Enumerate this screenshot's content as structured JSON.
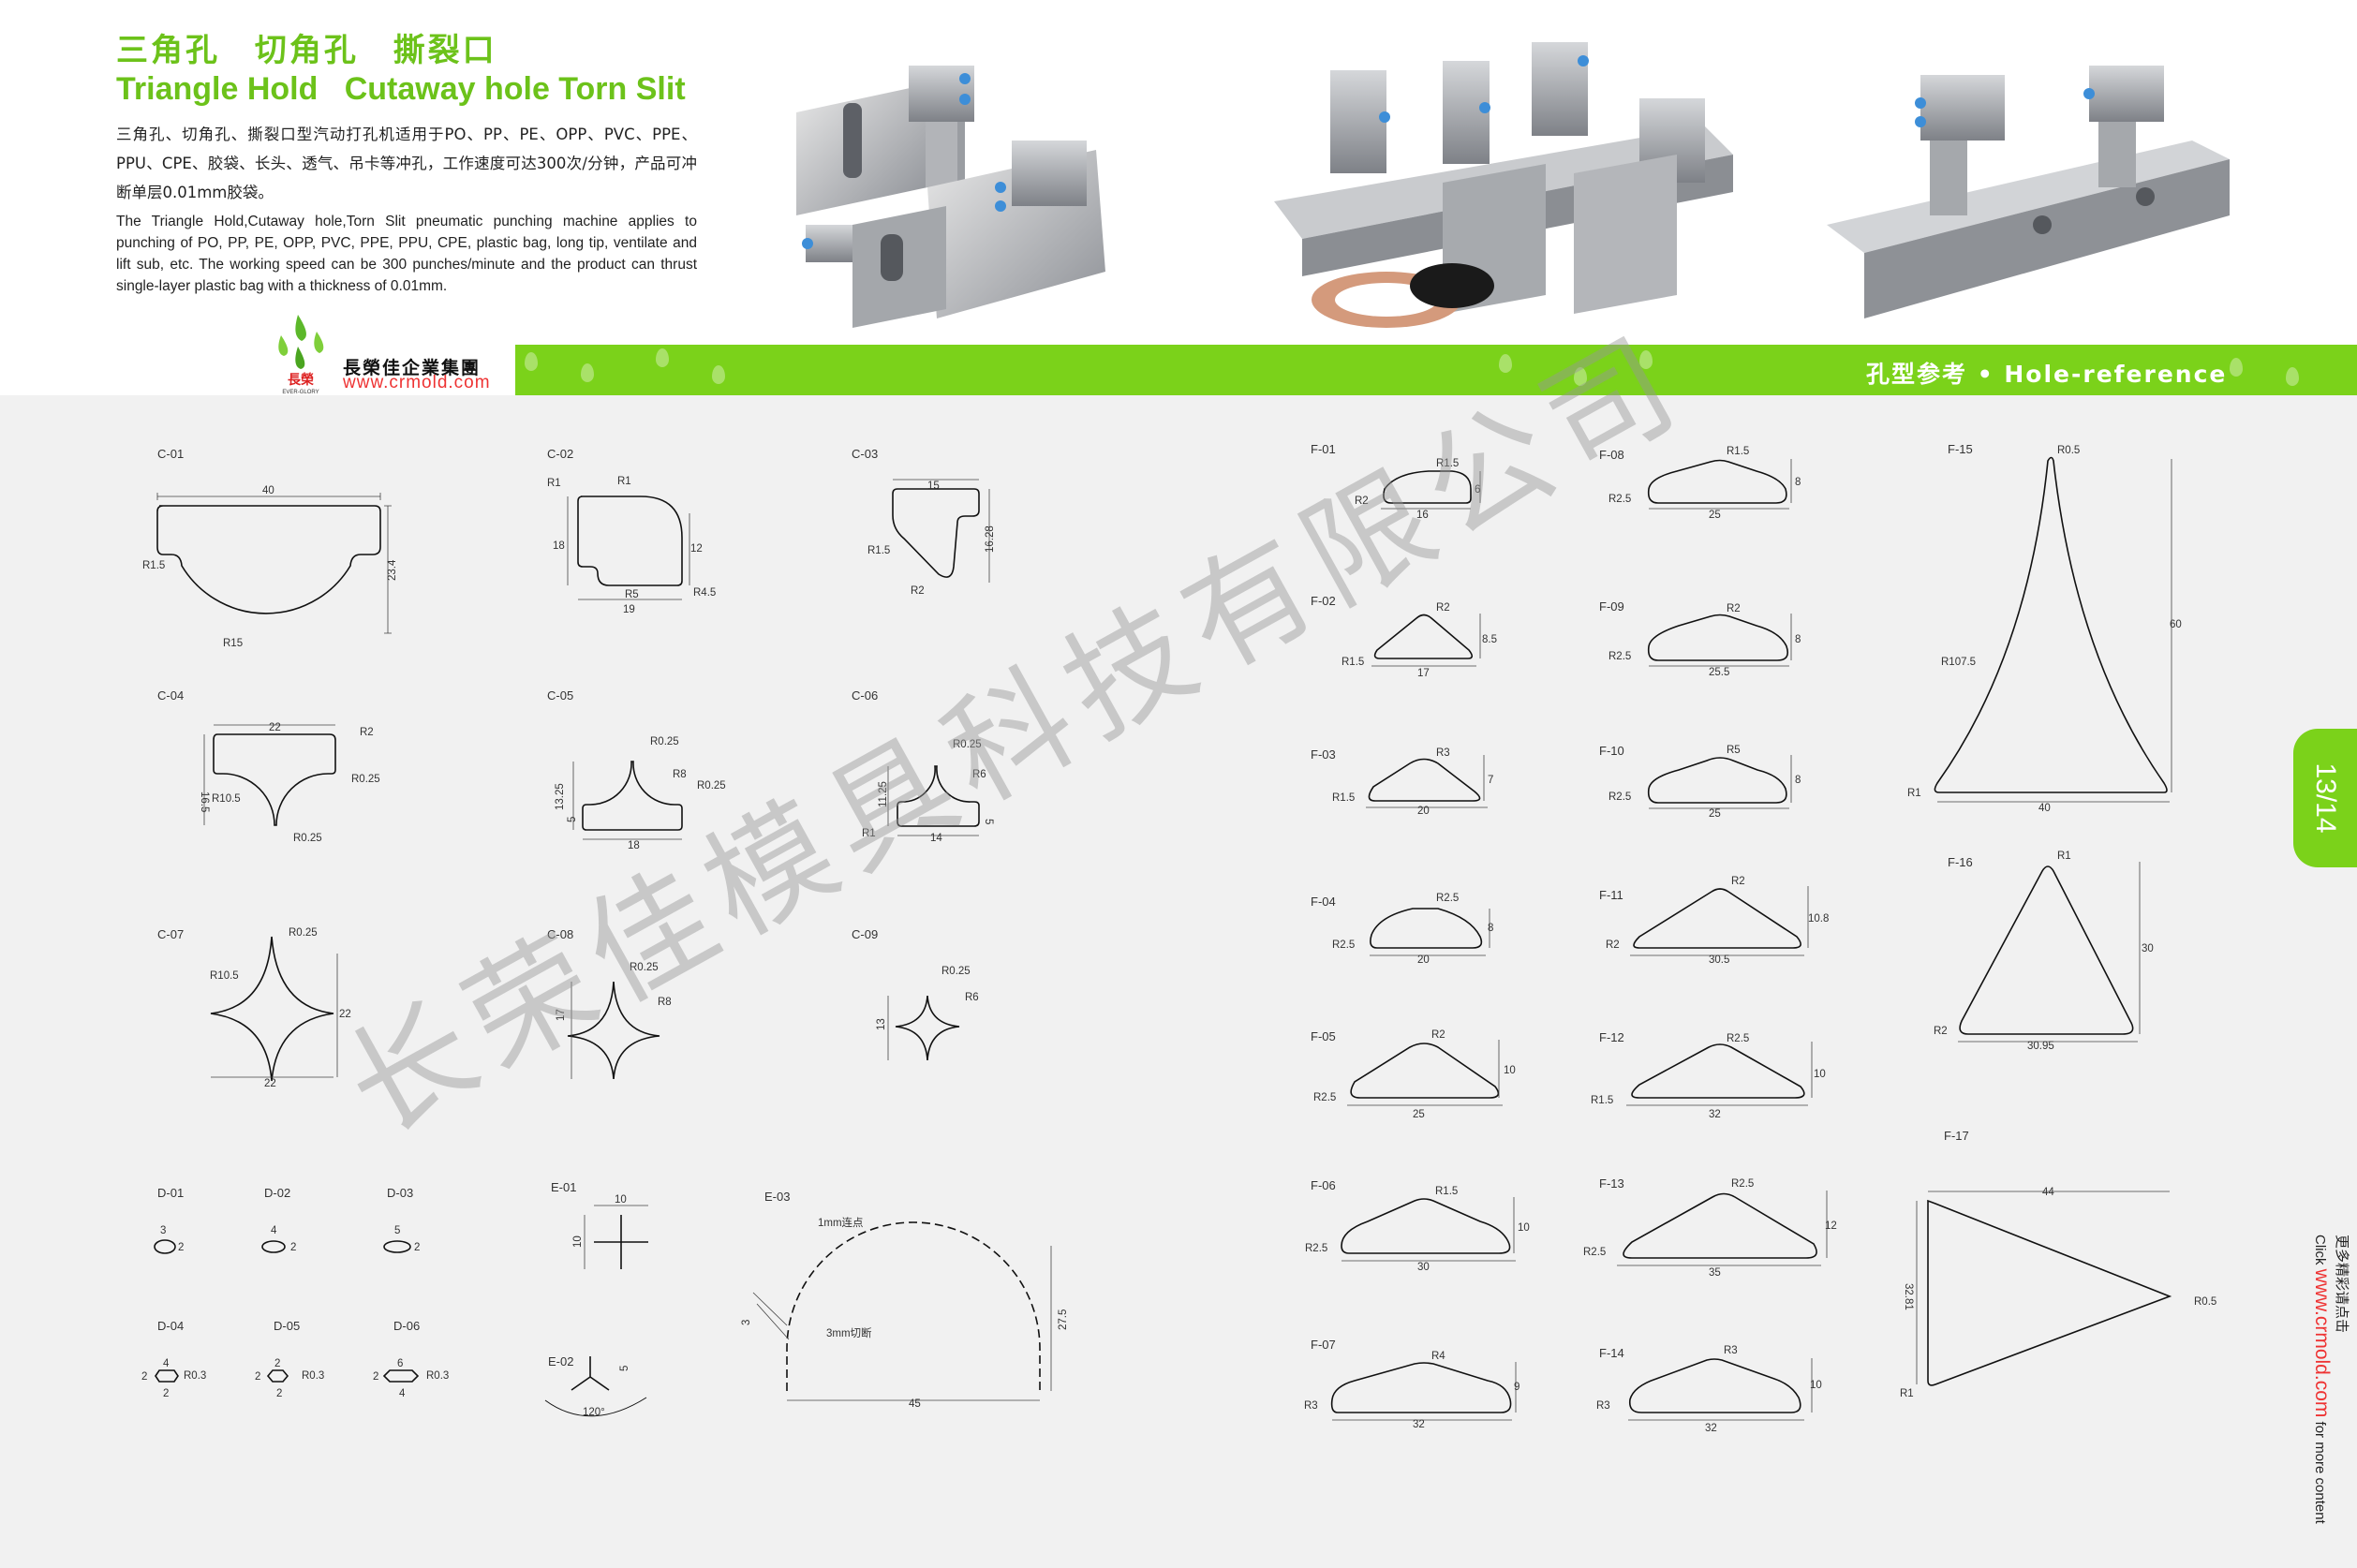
{
  "header": {
    "title_cn": "三角孔  切角孔  撕裂口",
    "title_en": "Triangle Hold   Cutaway hole Torn Slit",
    "desc_cn": "三角孔、切角孔、撕裂口型汽动打孔机适用于PO、PP、PE、OPP、PVC、PPE、PPU、CPE、胶袋、长头、透气、吊卡等冲孔，工作速度可达300次/分钟，产品可冲断单层0.01mm胶袋。",
    "desc_en": "The Triangle Hold,Cutaway hole,Torn Slit pneumatic punching machine applies to punching of PO, PP, PE, OPP, PVC, PPE, PPU, CPE, plastic bag, long tip, ventilate and lift sub, etc. The working speed can be 300 punches/minute and the product can thrust single-layer plastic bag with a thickness of 0.01mm."
  },
  "logo": {
    "company_cn": "長榮佳企業集團",
    "url": "www.crmold.com",
    "mark_cn": "長榮",
    "mark_en": "EVER-GLORY"
  },
  "band": {
    "label": "孔型参考 • Hole-reference"
  },
  "page_number": "13/14",
  "sidebar": {
    "line1": "更多精彩请点击",
    "click": "Click ",
    "url": "www.crmold.com",
    "tail": " for more content"
  },
  "watermark": "长荣佳模具科技有限公司",
  "colors": {
    "accent": "#7bd21a",
    "title": "#6cc21a",
    "url_red": "#e33333"
  },
  "labels": {
    "C01": "C-01",
    "C02": "C-02",
    "C03": "C-03",
    "C04": "C-04",
    "C05": "C-05",
    "C06": "C-06",
    "C07": "C-07",
    "C08": "C-08",
    "C09": "C-09",
    "D01": "D-01",
    "D02": "D-02",
    "D03": "D-03",
    "D04": "D-04",
    "D05": "D-05",
    "D06": "D-06",
    "E01": "E-01",
    "E02": "E-02",
    "E03": "E-03",
    "F01": "F-01",
    "F02": "F-02",
    "F03": "F-03",
    "F04": "F-04",
    "F05": "F-05",
    "F06": "F-06",
    "F07": "F-07",
    "F08": "F-08",
    "F09": "F-09",
    "F10": "F-10",
    "F11": "F-11",
    "F12": "F-12",
    "F13": "F-13",
    "F14": "F-14",
    "F15": "F-15",
    "F16": "F-16",
    "F17": "F-17"
  },
  "dims": {
    "c01_w": "40",
    "c01_h": "23.4",
    "c01_r1": "R1.5",
    "c01_r2": "R15",
    "c02_r1a": "R1",
    "c02_r1b": "R1",
    "c02_h1": "18",
    "c02_h2": "12",
    "c02_r5": "R5",
    "c02_r45": "R4.5",
    "c02_w": "19",
    "c03_w": "15",
    "c03_h": "16.28",
    "c03_r1": "R1.5",
    "c03_r2": "R2",
    "c04_w": "22",
    "c04_r2": "R2",
    "c04_h": "16.5",
    "c04_r105": "R10.5",
    "c04_r025a": "R0.25",
    "c04_r025b": "R0.25",
    "c05_r025a": "R0.25",
    "c05_r8": "R8",
    "c05_r025b": "R0.25",
    "c05_h": "13.25",
    "c05_h2": "5",
    "c05_w": "18",
    "c06_r025": "R0.25",
    "c06_r6": "R6",
    "c06_h": "11.25",
    "c06_h2": "5",
    "c06_r1": "R1",
    "c06_w": "14",
    "c07_r025": "R0.25",
    "c07_r105": "R10.5",
    "c07_h": "22",
    "c07_w": "22",
    "c08_r025": "R0.25",
    "c08_r8": "R8",
    "c08_h": "17",
    "c09_r025": "R0.25",
    "c09_r6": "R6",
    "c09_h": "13",
    "d01_w": "3",
    "d01_h": "2",
    "d02_w": "4",
    "d02_h": "2",
    "d03_w": "5",
    "d03_h": "2",
    "d04_w": "4",
    "d04_h": "2",
    "d04_b": "2",
    "d04_r": "R0.3",
    "d05_w": "2",
    "d05_h": "2",
    "d05_b": "2",
    "d05_r": "R0.3",
    "d06_w": "6",
    "d06_h": "2",
    "d06_b": "4",
    "d06_r": "R0.3",
    "e01_w": "10",
    "e01_h": "10",
    "e02_h": "5",
    "e02_a": "120°",
    "e03_n1": "1mm连点",
    "e03_n2": "3mm切断",
    "e03_d": "3",
    "e03_h": "27.5",
    "e03_w": "45",
    "f01_r": "R1.5",
    "f01_r2": "R2",
    "f01_h": "6",
    "f01_w": "16",
    "f02_r": "R2",
    "f02_r2": "R1.5",
    "f02_h": "8.5",
    "f02_w": "17",
    "f03_r": "R3",
    "f03_r2": "R1.5",
    "f03_h": "7",
    "f03_w": "20",
    "f04_r": "R2.5",
    "f04_r2": "R2.5",
    "f04_h": "8",
    "f04_w": "20",
    "f05_r": "R2",
    "f05_r2": "R2.5",
    "f05_h": "10",
    "f05_w": "25",
    "f06_r": "R1.5",
    "f06_r2": "R2.5",
    "f06_h": "10",
    "f06_w": "30",
    "f07_r": "R4",
    "f07_r2": "R3",
    "f07_h": "9",
    "f07_w": "32",
    "f08_r": "R1.5",
    "f08_r2": "R2.5",
    "f08_h": "8",
    "f08_w": "25",
    "f09_r": "R2",
    "f09_r2": "R2.5",
    "f09_h": "8",
    "f09_w": "25.5",
    "f10_r": "R5",
    "f10_r2": "R2.5",
    "f10_h": "8",
    "f10_w": "25",
    "f11_r": "R2",
    "f11_r2": "R2",
    "f11_h": "10.8",
    "f11_w": "30.5",
    "f12_r": "R2.5",
    "f12_r2": "R1.5",
    "f12_h": "10",
    "f12_w": "32",
    "f13_r": "R2.5",
    "f13_r2": "R2.5",
    "f13_h": "12",
    "f13_w": "35",
    "f14_r": "R3",
    "f14_r2": "R3",
    "f14_h": "10",
    "f14_w": "32",
    "f15_r": "R0.5",
    "f15_r2": "R107.5",
    "f15_r3": "R1",
    "f15_h": "60",
    "f15_w": "40",
    "f16_r": "R1",
    "f16_r2": "R2",
    "f16_h": "30",
    "f16_w": "30.95",
    "f17_w": "44",
    "f17_h": "32.81",
    "f17_r": "R0.5",
    "f17_r2": "R1"
  }
}
